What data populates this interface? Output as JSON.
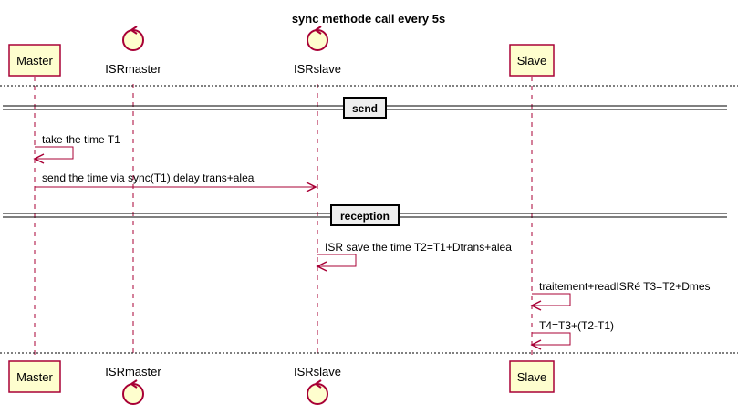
{
  "title": "sync methode call every 5s",
  "colors": {
    "participant_fill": "#FEFECE",
    "participant_border": "#A80036",
    "message": "#A80036",
    "divider_fill": "#EEEEEE"
  },
  "participants": [
    {
      "id": "master",
      "label": "Master",
      "kind": "participant"
    },
    {
      "id": "isrmaster",
      "label": "ISRmaster",
      "kind": "control",
      "icon": "control-icon"
    },
    {
      "id": "isrslave",
      "label": "ISRslave",
      "kind": "control",
      "icon": "control-icon"
    },
    {
      "id": "slave",
      "label": "Slave",
      "kind": "participant"
    }
  ],
  "sections": [
    {
      "id": "send",
      "label": "send"
    },
    {
      "id": "reception",
      "label": "reception"
    }
  ],
  "messages": [
    {
      "id": "m1",
      "from": "master",
      "to": "master",
      "label": "take the time T1"
    },
    {
      "id": "m2",
      "from": "master",
      "to": "isrslave",
      "label": "send the time via sync(T1) delay trans+alea"
    },
    {
      "id": "m3",
      "from": "isrslave",
      "to": "isrslave",
      "label": "ISR save the time T2=T1+Dtrans+alea"
    },
    {
      "id": "m4",
      "from": "slave",
      "to": "slave",
      "label": "traitement+readISRé T3=T2+Dmes"
    },
    {
      "id": "m5",
      "from": "slave",
      "to": "slave",
      "label": "T4=T3+(T2-T1)"
    }
  ]
}
